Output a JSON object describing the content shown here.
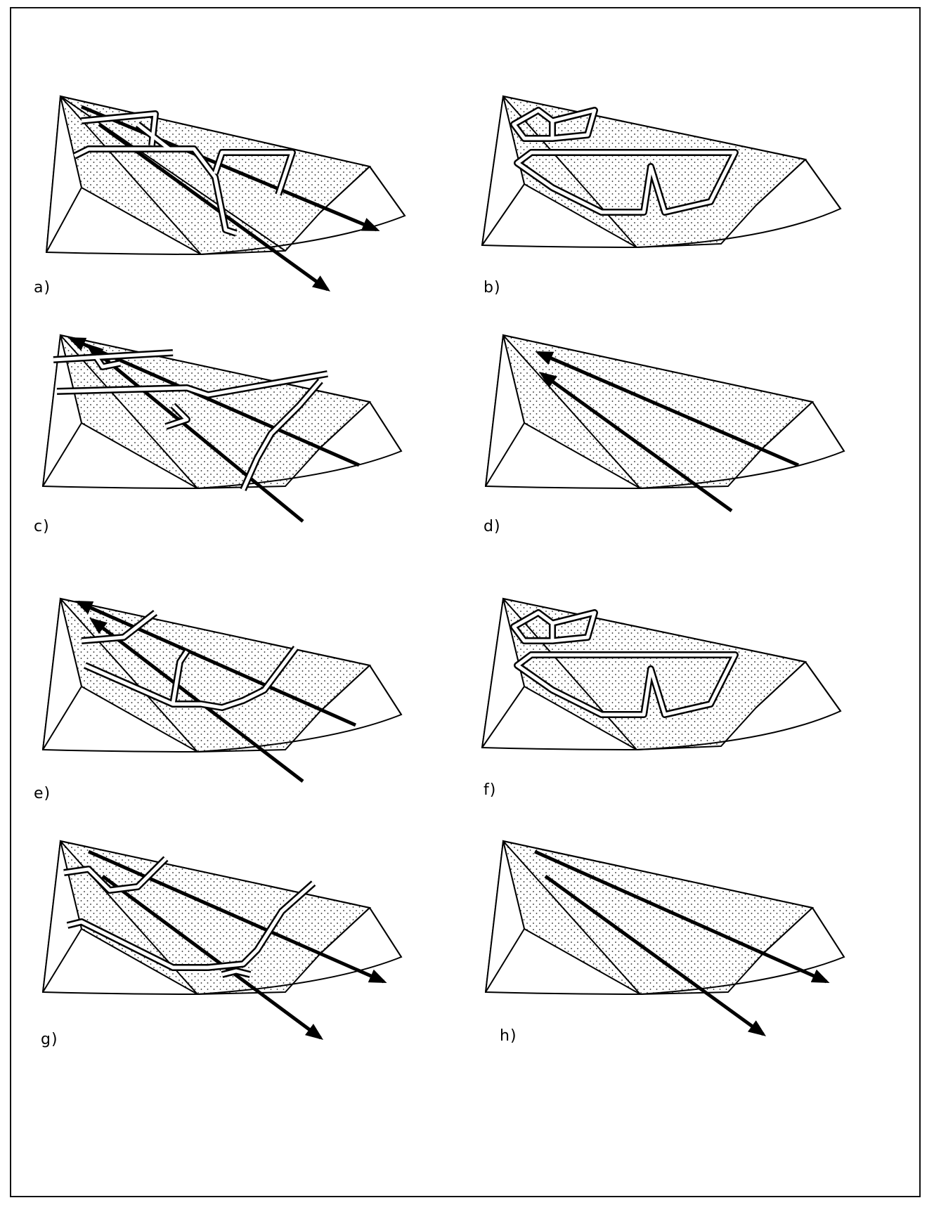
{
  "figure": {
    "panels": [
      {
        "id": "a",
        "label": "a)"
      },
      {
        "id": "b",
        "label": "b)"
      },
      {
        "id": "c",
        "label": "c)"
      },
      {
        "id": "d",
        "label": "d)"
      },
      {
        "id": "e",
        "label": "e)"
      },
      {
        "id": "f",
        "label": "f)"
      },
      {
        "id": "g",
        "label": "g)"
      },
      {
        "id": "h",
        "label": "h)"
      }
    ]
  }
}
